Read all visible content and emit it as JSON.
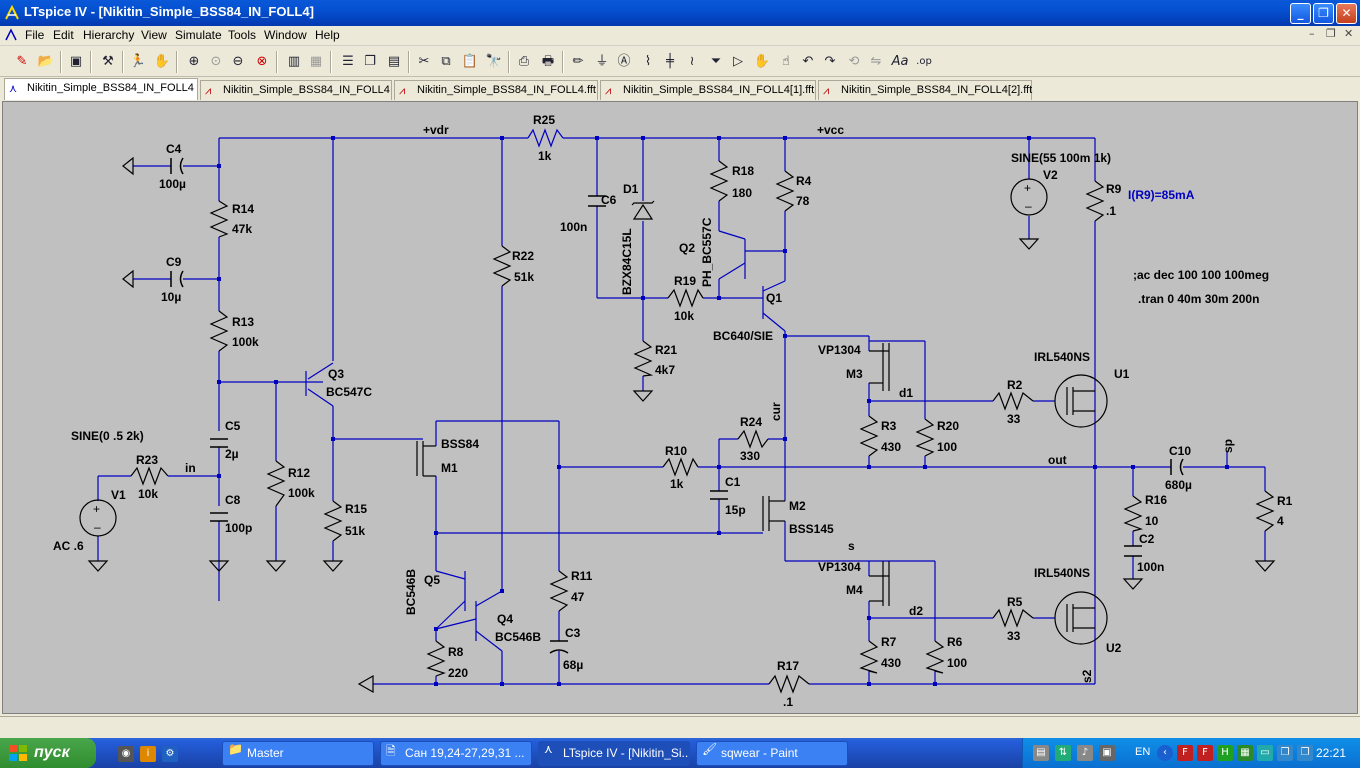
{
  "window": {
    "title": "LTspice IV - [Nikitin_Simple_BSS84_IN_FOLL4]",
    "buttons": {
      "minimize": "_",
      "maximize": "❐",
      "close": "✕"
    }
  },
  "menu": {
    "items": [
      "File",
      "Edit",
      "Hierarchy",
      "View",
      "Simulate",
      "Tools",
      "Window",
      "Help"
    ],
    "mdi_controls": [
      "–",
      "❐",
      "✕"
    ]
  },
  "tabs": [
    {
      "label": "Nikitin_Simple_BSS84_IN_FOLL4",
      "icon": "schematic-icon",
      "active": true
    },
    {
      "label": "Nikitin_Simple_BSS84_IN_FOLL4",
      "icon": "waveform-icon",
      "active": false
    },
    {
      "label": "Nikitin_Simple_BSS84_IN_FOLL4.fft",
      "icon": "waveform-icon",
      "active": false
    },
    {
      "label": "Nikitin_Simple_BSS84_IN_FOLL4[1].fft",
      "icon": "waveform-icon",
      "active": false
    },
    {
      "label": "Nikitin_Simple_BSS84_IN_FOLL4[2].fft",
      "icon": "waveform-icon",
      "active": false
    }
  ],
  "schematic": {
    "wire_color": "#0000c0",
    "text_color": "#000000",
    "labels": {
      "C4": "C4",
      "C4_val": "100µ",
      "C9": "C9",
      "C9_val": "10µ",
      "R14": "R14",
      "R14_val": "47k",
      "R13": "R13",
      "R13_val": "100k",
      "C5": "C5",
      "C5_val": "2µ",
      "C8": "C8",
      "C8_val": "100p",
      "R12": "R12",
      "R12_val": "100k",
      "R15": "R15",
      "R15_val": "51k",
      "Q3": "Q3",
      "Q3_val": "BC547C",
      "R23": "R23",
      "R23_val": "10k",
      "V1": "V1",
      "V1_sine": "SINE(0 .5 2k)",
      "V1_ac": "AC .6",
      "in": "in",
      "vdr": "+vdr",
      "R25": "R25",
      "R25_val": "1k",
      "R22": "R22",
      "R22_val": "51k",
      "C6": "C6",
      "C6_val": "100n",
      "D1": "D1",
      "D1_val": "BZX84C15L",
      "R18": "R18",
      "R18_val": "180",
      "Q2": "Q2",
      "Q2_val": "PH_BC557C",
      "R19": "R19",
      "R19_val": "10k",
      "R21": "R21",
      "R21_val": "4k7",
      "R4": "R4",
      "R4_val": "78",
      "Q1": "Q1",
      "Q1_val": "BC640/SIE",
      "vcc": "+vcc",
      "V2": "V2",
      "V2_sine": "SINE(55 100m 1k)",
      "R9": "R9",
      "R9_val": ".1",
      "measure": "I(R9)=85mA",
      "ac_cmd": ";ac dec 100 100 100meg",
      "tran_cmd": ".tran 0 40m 30m 200n",
      "M3": "M3",
      "M3_val": "VP1304",
      "d1": "d1",
      "R3": "R3",
      "R3_val": "430",
      "R20": "R20",
      "R20_val": "100",
      "R2": "R2",
      "R2_val": "33",
      "U1": "U1",
      "U1_val": "IRL540NS",
      "cur": "cur",
      "R24": "R24",
      "R24_val": "330",
      "BSS84": "BSS84",
      "M1": "M1",
      "R10": "R10",
      "R10_val": "1k",
      "C1": "C1",
      "C1_val": "15p",
      "M2": "M2",
      "M2_val": "BSS145",
      "out": "out",
      "C10": "C10",
      "C10_val": "680µ",
      "sp": "sp",
      "R1": "R1",
      "R1_val": "4",
      "R16": "R16",
      "R16_val": "10",
      "C2": "C2",
      "C2_val": "100n",
      "s": "s",
      "M4": "M4",
      "M4_val": "VP1304",
      "d2": "d2",
      "R7": "R7",
      "R7_val": "430",
      "R6": "R6",
      "R6_val": "100",
      "R5": "R5",
      "R5_val": "33",
      "U2": "U2",
      "U2_val": "IRL540NS",
      "s2": "s2",
      "Q5": "Q5",
      "Q5_val": "BC546B",
      "Q4": "Q4",
      "Q4_val": "BC546B",
      "R8": "R8",
      "R8_val": "220",
      "R11": "R11",
      "R11_val": "47",
      "C3": "C3",
      "C3_val": "68µ",
      "R17": "R17",
      "R17_val": ".1"
    }
  },
  "taskbar": {
    "start": "пуск",
    "tasks": [
      {
        "label": "Master",
        "icon": "folder-icon"
      },
      {
        "label": "Сан 19,24-27,29,31 ...",
        "icon": "document-icon"
      },
      {
        "label": "LTspice IV - [Nikitin_Si...",
        "icon": "ltspice-icon",
        "active": true
      },
      {
        "label": "sqwear - Paint",
        "icon": "paint-icon"
      }
    ],
    "lang": "EN",
    "clock": "22:21"
  }
}
